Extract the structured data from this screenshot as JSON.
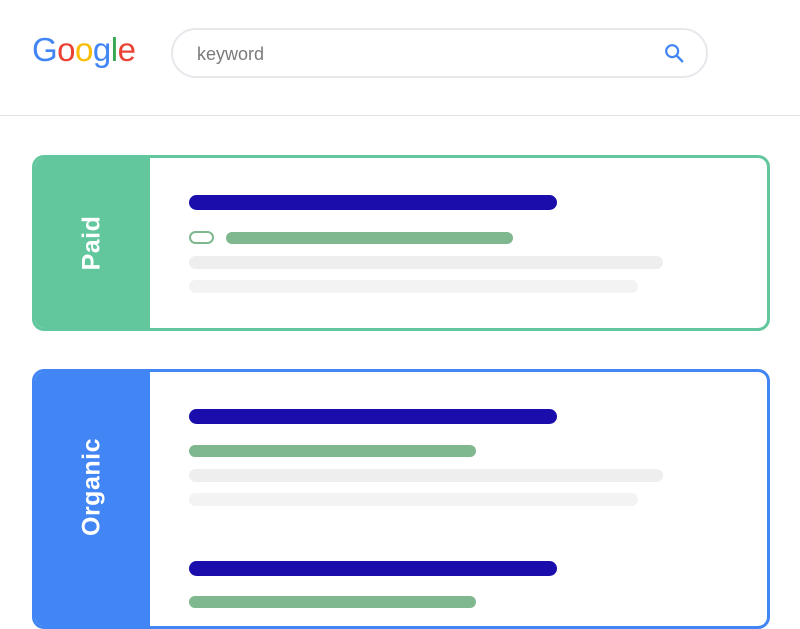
{
  "header": {
    "logo": {
      "letters": [
        "G",
        "o",
        "o",
        "g",
        "l",
        "e"
      ],
      "colors": [
        "#4285f4",
        "#ea4335",
        "#fbbc05",
        "#4285f4",
        "#34a853",
        "#ea4335"
      ]
    },
    "search": {
      "value": "keyword",
      "icon": "search-icon"
    }
  },
  "results": {
    "paid": {
      "label": "Paid",
      "color": "#62c79d"
    },
    "organic": {
      "label": "Organic",
      "color": "#4285f4"
    }
  },
  "colors": {
    "title_bar": "#1a0dab",
    "url_bar": "#7fb88f",
    "description_bar": "#eeeeee",
    "divider": "#dfe3e8"
  }
}
